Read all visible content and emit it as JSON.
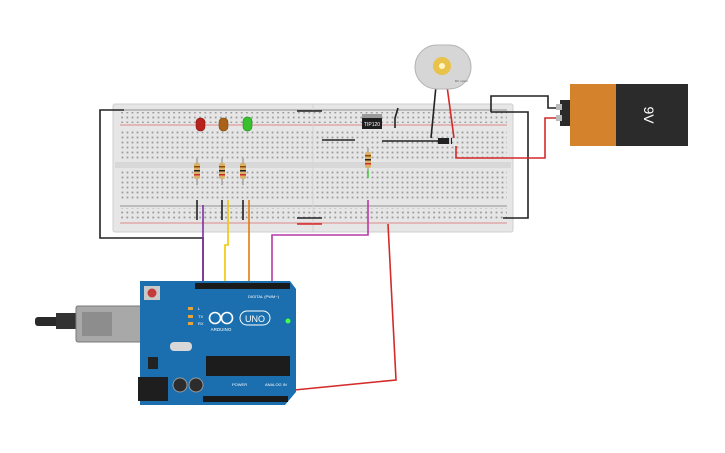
{
  "circuit": {
    "battery": {
      "label": "9V"
    },
    "transistor": {
      "label": "TIP120"
    },
    "motor": {
      "label": "DC motor"
    },
    "arduino": {
      "brand": "ARDUINO",
      "model": "UNO",
      "digital_label": "DIGITAL (PWM~)",
      "power_label": "POWER",
      "analog_label": "ANALOG IN",
      "tx_label": "TX",
      "rx_label": "RX",
      "l_label": "L"
    },
    "leds": [
      {
        "color_name": "red",
        "color": "#b8221c"
      },
      {
        "color_name": "orange",
        "color": "#a8621a"
      },
      {
        "color_name": "green",
        "color": "#38c02e"
      }
    ],
    "wire_colors": {
      "black": "#222222",
      "red": "#d42a2a",
      "purple": "#7b2fa8",
      "yellow": "#f0c800",
      "orange": "#e47a10",
      "magenta": "#b73aa6"
    }
  }
}
